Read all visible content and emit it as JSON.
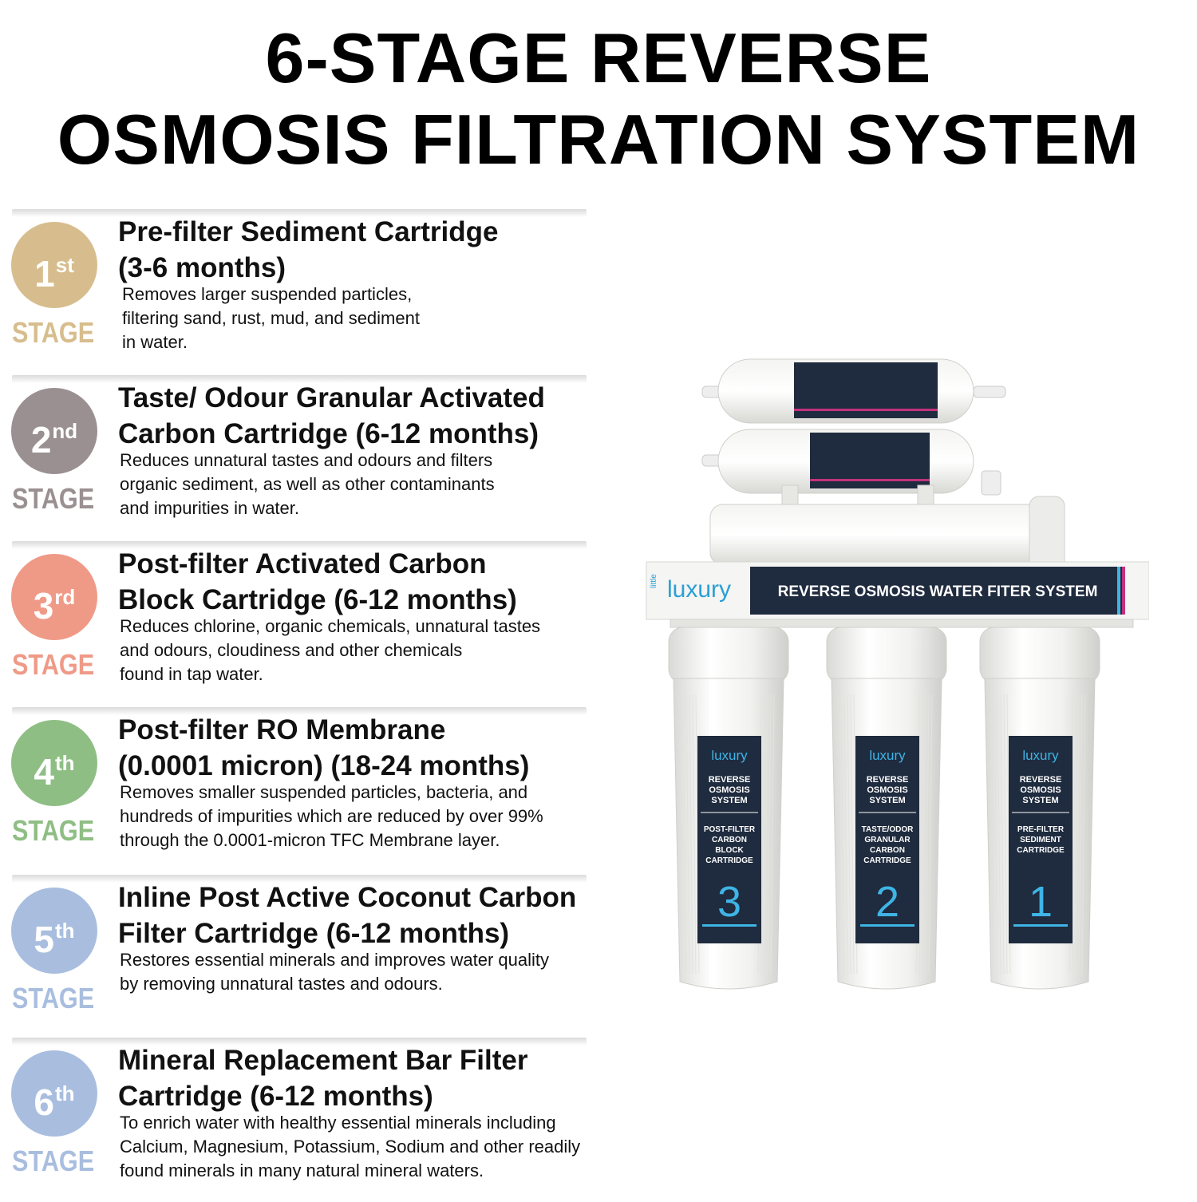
{
  "title": {
    "line1": "6-STAGE REVERSE",
    "line2": "OSMOSIS FILTRATION SYSTEM"
  },
  "stage_word": "STAGE",
  "stages": [
    {
      "number": "1",
      "suffix": "st",
      "color": "#d7bd8d",
      "heading_line1": "Pre-filter Sediment Cartridge",
      "heading_line2": "(3-6 months)",
      "desc_line1": "Removes larger suspended particles,",
      "desc_line2": "filtering sand, rust, mud, and sediment",
      "desc_line3": "in water."
    },
    {
      "number": "2",
      "suffix": "nd",
      "color": "#9a9091",
      "heading_line1": "Taste/ Odour Granular Activated",
      "heading_line2": "Carbon Cartridge (6-12 months)",
      "desc_line1": "Reduces unnatural tastes and odours and filters",
      "desc_line2": "organic sediment, as well as other contaminants",
      "desc_line3": "and impurities in water."
    },
    {
      "number": "3",
      "suffix": "rd",
      "color": "#ef9a87",
      "heading_line1": "Post-filter Activated Carbon",
      "heading_line2": "Block Cartridge (6-12 months)",
      "desc_line1": "Reduces chlorine, organic chemicals, unnatural tastes",
      "desc_line2": "and odours, cloudiness and other chemicals",
      "desc_line3": "found in tap water."
    },
    {
      "number": "4",
      "suffix": "th",
      "color": "#8fbe84",
      "heading_line1": "Post-filter RO Membrane",
      "heading_line2": "(0.0001 micron) (18-24 months)",
      "desc_line1": "Removes smaller suspended particles, bacteria, and",
      "desc_line2": "hundreds of impurities which are reduced by over 99%",
      "desc_line3": "through the 0.0001-micron TFC Membrane layer."
    },
    {
      "number": "5",
      "suffix": "th",
      "color": "#a9bedf",
      "heading_line1": "Inline Post Active Coconut Carbon",
      "heading_line2": "Filter Cartridge (6-12 months)",
      "desc_line1": "Restores essential minerals and improves water quality",
      "desc_line2": "by removing unnatural tastes and odours.",
      "desc_line3": ""
    },
    {
      "number": "6",
      "suffix": "th",
      "color": "#a9bedf",
      "heading_line1": "Mineral Replacement Bar Filter",
      "heading_line2": "Cartridge (6-12 months)",
      "desc_line1": "To enrich water with healthy essential minerals including",
      "desc_line2": "Calcium, Magnesium, Potassium, Sodium and other readily",
      "desc_line3": "found minerals in many natural mineral waters."
    }
  ],
  "product": {
    "brand_small": "little",
    "brand": "luxury",
    "banner": "REVERSE OSMOSIS WATER FITER SYSTEM",
    "cartridges": [
      {
        "system": [
          "REVERSE",
          "OSMOSIS",
          "SYSTEM"
        ],
        "type": [
          "POST-FILTER",
          "CARBON",
          "BLOCK",
          "CARTRIDGE"
        ],
        "number": "3"
      },
      {
        "system": [
          "REVERSE",
          "OSMOSIS",
          "SYSTEM"
        ],
        "type": [
          "TASTE/ODOR",
          "GRANULAR",
          "CARBON",
          "CARTRIDGE"
        ],
        "number": "2"
      },
      {
        "system": [
          "REVERSE",
          "OSMOSIS",
          "SYSTEM"
        ],
        "type": [
          "PRE-FILTER",
          "SEDIMENT",
          "CARTRIDGE"
        ],
        "number": "1"
      }
    ]
  }
}
